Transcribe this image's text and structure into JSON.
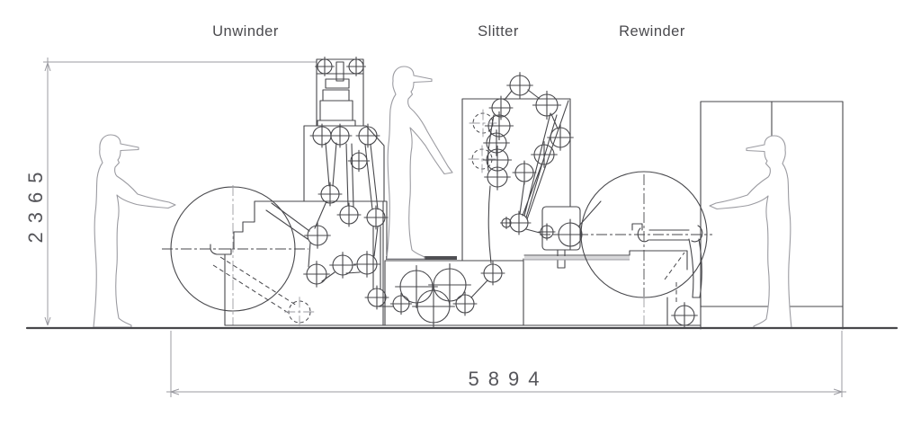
{
  "diagram": {
    "section_labels": {
      "unwinder": "Unwinder",
      "slitter": "Slitter",
      "rewinder": "Rewinder"
    },
    "dimensions": {
      "overall_height_mm": "2365",
      "overall_length_mm": "5894"
    },
    "colors": {
      "machine_line": "#47474b",
      "figure_line": "#9b9ba1",
      "dimension_line": "#9b9ba1",
      "text": "#4a4a4e",
      "background": "#ffffff"
    }
  }
}
